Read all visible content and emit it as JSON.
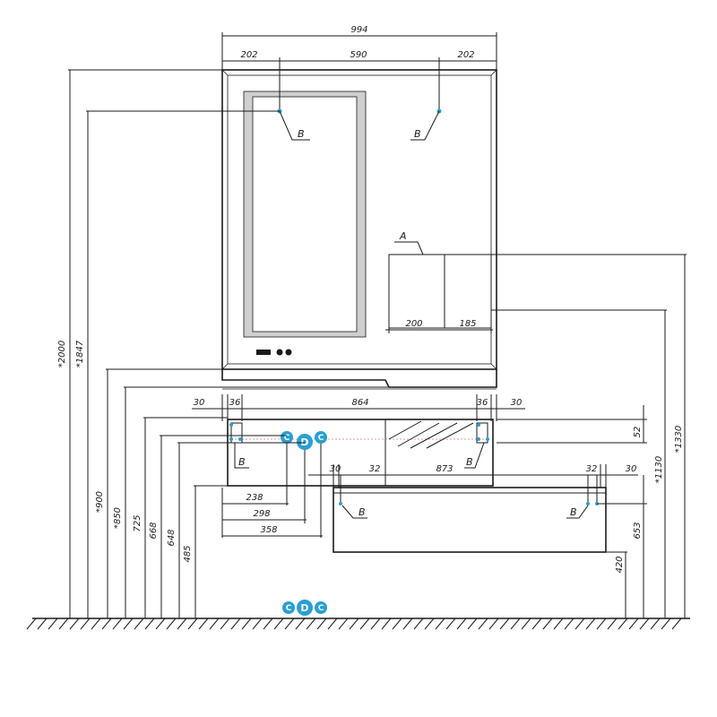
{
  "top_dims": {
    "overall": "994",
    "left": "202",
    "middle": "590",
    "right": "202"
  },
  "shelf_dims": {
    "left": "200",
    "right": "185"
  },
  "vanity_dims": {
    "left_gap": "30",
    "left_side": "36",
    "top_width": "864",
    "right_side": "36",
    "right_gap": "30"
  },
  "drawer_dims": {
    "left_gap": "30",
    "left_side": "32",
    "width": "873",
    "right_side": "32",
    "right_gap": "30"
  },
  "pipe_dims": {
    "c": "238",
    "d": "298",
    "c2": "358"
  },
  "height_dims": {
    "h2000": "*2000",
    "h1847": "*1847",
    "h900": "*900",
    "h850": "*850",
    "h725": "725",
    "h668": "668",
    "h648": "648",
    "h485": "485",
    "h420": "420",
    "h653": "653",
    "h1130": "*1130",
    "h1330": "*1330",
    "h52": "52"
  },
  "labels": {
    "a": "A",
    "b": "B",
    "c": "C",
    "d": "D"
  },
  "colors": {
    "accent": "#2a9fd0",
    "line": "#1a1a1a"
  }
}
